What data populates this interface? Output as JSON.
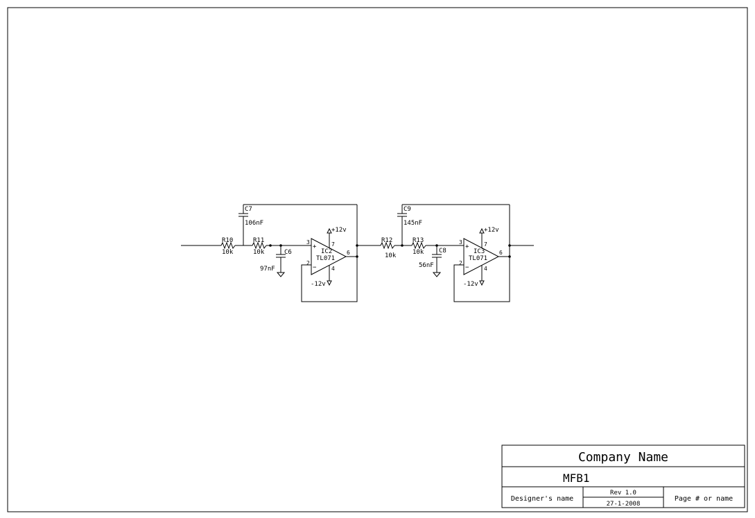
{
  "components": {
    "r10": {
      "ref": "R10",
      "value": "10k"
    },
    "r11": {
      "ref": "R11",
      "value": "10k"
    },
    "c6": {
      "ref": "C6",
      "value": "97nF"
    },
    "c7": {
      "ref": "C7",
      "value": "106nF"
    },
    "ic2": {
      "ref": "IC2",
      "part": "TL071",
      "pin3": "3",
      "pin2": "2",
      "pin7": "7",
      "pin4": "4",
      "pin6": "6",
      "vpos": "+12v",
      "vneg": "-12v",
      "plus": "+",
      "minus": "−"
    },
    "r12": {
      "ref": "R12",
      "value": "10k"
    },
    "r13": {
      "ref": "R13",
      "value": "10k"
    },
    "c8": {
      "ref": "C8",
      "value": "56nF"
    },
    "c9": {
      "ref": "C9",
      "value": "145nF"
    },
    "ic3": {
      "ref": "IC3",
      "part": "TL071",
      "pin3": "3",
      "pin2": "2",
      "pin7": "7",
      "pin4": "4",
      "pin6": "6",
      "vpos": "+12v",
      "vneg": "-12v",
      "plus": "+",
      "minus": "−"
    }
  },
  "title_block": {
    "company": "Company Name",
    "title": "MFB1",
    "designer": "Designer's name",
    "rev": "Rev 1.0",
    "date": "27-1-2008",
    "page": "Page # or name"
  }
}
